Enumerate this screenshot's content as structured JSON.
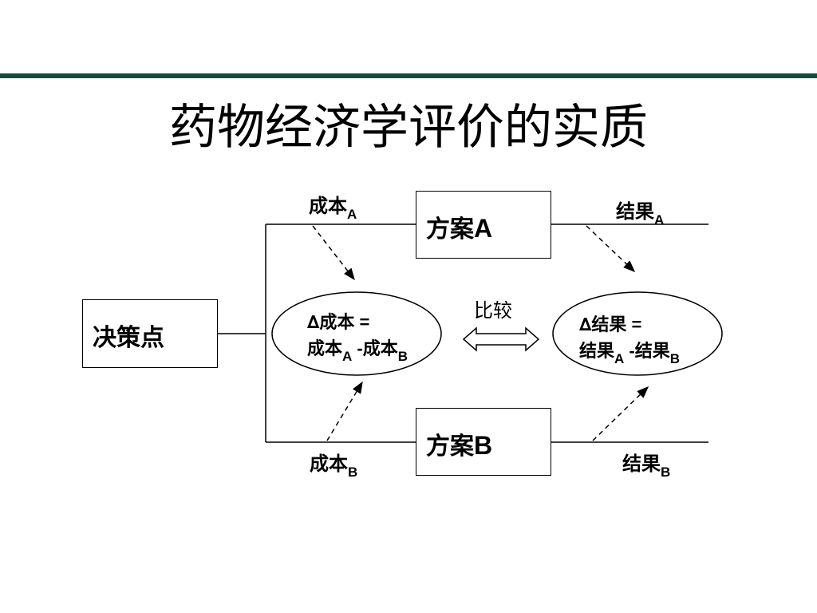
{
  "slide": {
    "title": "药物经济学评价的实质",
    "rule_color": "#1b4a3c"
  },
  "diagram": {
    "decision_point": "决策点",
    "option_a": {
      "text": "方案",
      "suffix": "A"
    },
    "option_b": {
      "text": "方案",
      "suffix": "B"
    },
    "cost_a": {
      "text": "成本",
      "sub": "A"
    },
    "cost_b": {
      "text": "成本",
      "sub": "B"
    },
    "result_a": {
      "text": "结果",
      "sub": "A"
    },
    "result_b": {
      "text": "结果",
      "sub": "B"
    },
    "delta_cost": {
      "line1": "∆成本",
      "eq": " =",
      "minuend": "成本",
      "minuend_sub": "A",
      "minus": " -",
      "subtrahend": "成本",
      "subtrahend_sub": "B"
    },
    "delta_result": {
      "line1": "∆结果",
      "eq": " =",
      "minuend": "结果",
      "minuend_sub": "A",
      "minus": " -",
      "subtrahend": "结果",
      "subtrahend_sub": "B"
    },
    "compare": "比较"
  }
}
